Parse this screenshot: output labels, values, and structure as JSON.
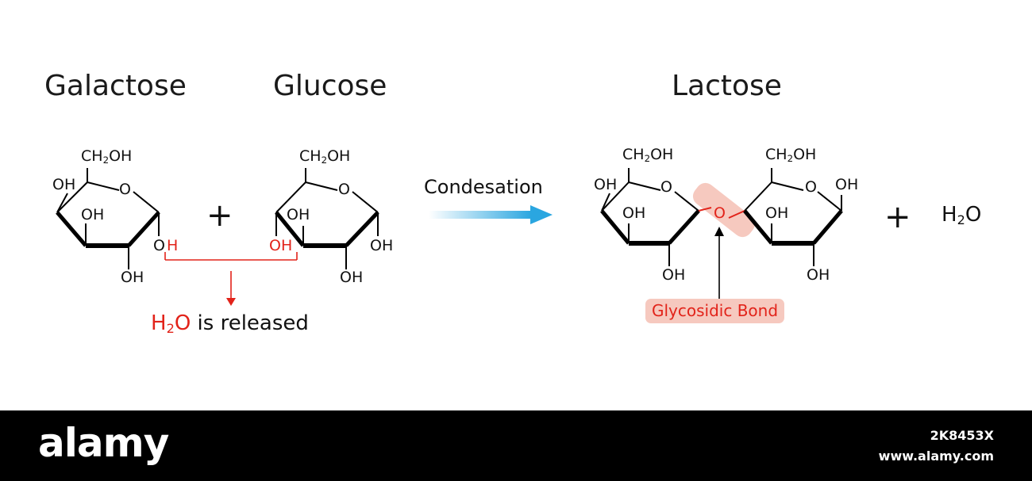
{
  "titles": {
    "galactose": "Galactose",
    "glucose": "Glucose",
    "lactose": "Lactose"
  },
  "groups": {
    "ch2oh": "CH2OH",
    "oh": "OH",
    "o": "O",
    "h": "H"
  },
  "reaction": {
    "plus": "+",
    "arrow_label": "Condesation"
  },
  "release": {
    "water": "H2O",
    "text": "is released"
  },
  "product": {
    "bond_label": "Glycosidic Bond",
    "water": "H2O"
  },
  "colors": {
    "highlight": "#e2231a",
    "bond_fill": "#f6c9bf",
    "arrow_start": "#ffffff",
    "arrow_end": "#2aa6e0"
  },
  "watermark": {
    "brand": "alamy",
    "image_code": "2K8453X",
    "site": "www.alamy.com"
  }
}
